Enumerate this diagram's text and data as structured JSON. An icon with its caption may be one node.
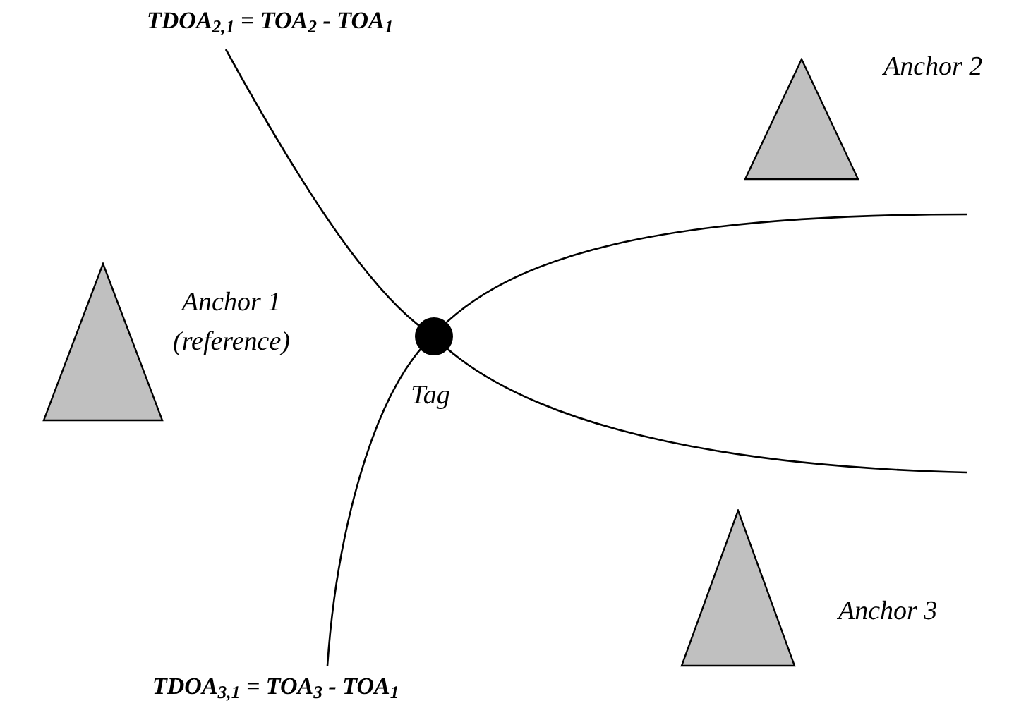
{
  "diagram": {
    "nodes": [
      {
        "text": [],
        "shape": "triangle",
        "beside": [
          "Anchor 1",
          "(reference)"
        ]
      },
      {
        "text": [],
        "shape": "triangle",
        "beside": [
          "Anchor 2"
        ]
      },
      {
        "text": [],
        "shape": "triangle",
        "beside": [
          "Anchor 3"
        ]
      },
      {
        "text": [],
        "shape": "circle",
        "beside": [
          "Tag"
        ]
      }
    ],
    "labels": [
      "TDOA$_{2,1}$ = TOA$_{2}$ - TOA$_{1}$",
      "TDOA$_{3,1}$ = TOA$_{3}$ - TOA$_{1}$"
    ]
  }
}
